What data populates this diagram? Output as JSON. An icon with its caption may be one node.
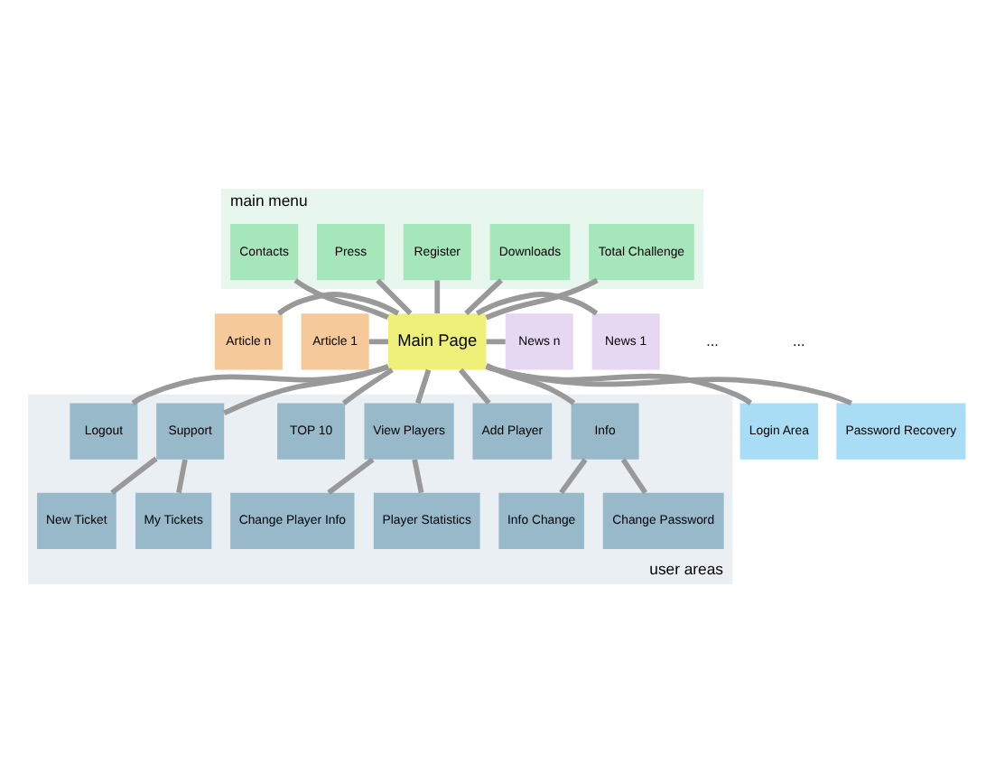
{
  "diagram": {
    "nodes": [
      {
        "text": [
          "main menu"
        ]
      },
      {
        "text": [
          "Total Challenge"
        ],
        "in": 0
      },
      {
        "text": [
          "Downloads"
        ],
        "in": 0
      },
      {
        "text": [
          "Register"
        ],
        "in": 0
      },
      {
        "text": [
          "Press"
        ],
        "in": 0
      },
      {
        "text": [
          "Contacts"
        ],
        "in": 0
      },
      {
        "text": [
          "Article n"
        ]
      },
      {
        "text": [
          "Article 1"
        ]
      },
      {
        "text": [
          "Main Page"
        ]
      },
      {
        "text": [
          "News 1"
        ]
      },
      {
        "text": [
          "News n"
        ]
      },
      {
        "text": [
          "Login Area"
        ]
      },
      {
        "text": [
          "Password Recovery"
        ]
      },
      {
        "text": [
          "user areas"
        ]
      },
      {
        "text": [
          "Info"
        ],
        "in": 13
      },
      {
        "text": [
          "Add Player"
        ],
        "in": 13
      },
      {
        "text": [
          "View Players"
        ],
        "in": 13
      },
      {
        "text": [
          "TOP 10"
        ],
        "in": 13
      },
      {
        "text": [
          "Support"
        ],
        "in": 13
      },
      {
        "text": [
          "Logout"
        ],
        "in": 13
      },
      {
        "text": [
          "Info Change"
        ],
        "in": 13
      },
      {
        "text": [
          "Change Password"
        ],
        "in": 13
      },
      {
        "text": [
          "Change Player Info"
        ],
        "in": 13
      },
      {
        "text": [
          "Player Statistics"
        ],
        "in": 13
      },
      {
        "text": [
          "New Ticket"
        ],
        "in": 13
      },
      {
        "text": [
          "My Tickets"
        ],
        "in": 13
      }
    ],
    "edges": [
      {
        "from": 1,
        "to": 8,
        "arrow": "none"
      },
      {
        "from": 2,
        "to": 8,
        "arrow": "none"
      },
      {
        "from": 3,
        "to": 8,
        "arrow": "none"
      },
      {
        "from": 4,
        "to": 8,
        "arrow": "none"
      },
      {
        "from": 5,
        "to": 8,
        "arrow": "none"
      },
      {
        "from": 6,
        "to": 8,
        "arrow": "none"
      },
      {
        "from": 7,
        "to": 8,
        "arrow": "none"
      },
      {
        "from": 8,
        "to": 11,
        "arrow": "none"
      },
      {
        "from": 8,
        "to": 9,
        "arrow": "none"
      },
      {
        "from": 8,
        "to": 10,
        "arrow": "none"
      },
      {
        "from": 8,
        "to": 12,
        "arrow": "none"
      },
      {
        "from": 8,
        "to": 14,
        "arrow": "none"
      },
      {
        "from": 8,
        "to": 15,
        "arrow": "none"
      },
      {
        "from": 8,
        "to": 16,
        "arrow": "none"
      },
      {
        "from": 8,
        "to": 17,
        "arrow": "none"
      },
      {
        "from": 8,
        "to": 18,
        "arrow": "none"
      },
      {
        "from": 8,
        "to": 19,
        "arrow": "none"
      },
      {
        "from": 14,
        "to": 20,
        "arrow": "none"
      },
      {
        "from": 14,
        "to": 21,
        "arrow": "none"
      },
      {
        "from": 16,
        "to": 22,
        "arrow": "none"
      },
      {
        "from": 16,
        "to": 23,
        "arrow": "none"
      },
      {
        "from": 18,
        "to": 24,
        "arrow": "none"
      },
      {
        "from": 18,
        "to": 25,
        "arrow": "none"
      }
    ],
    "labels": [
      "...",
      "..."
    ]
  }
}
